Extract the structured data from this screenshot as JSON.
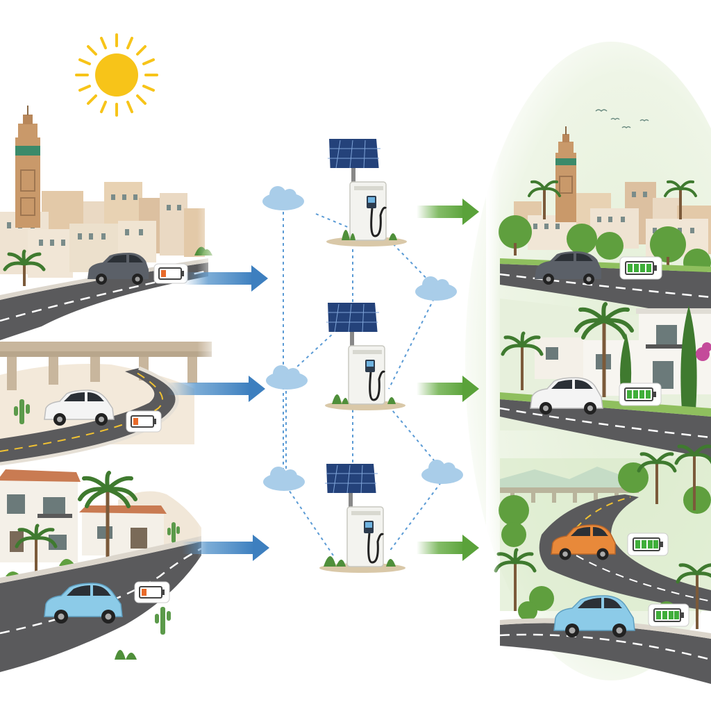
{
  "colors": {
    "sun": "#f7c419",
    "sky_right": "#e6f1dc",
    "road": "#5a5a5c",
    "road_line": "#ffffff",
    "arrow_blue": "#5a97cc",
    "arrow_green": "#6db04c",
    "cloud": "#a9cde9",
    "dashed_link": "#5b9bd5",
    "panel": "#24427a",
    "charger": "#f3f3ef",
    "battery_low": "#e86a2a",
    "battery_full": "#3fae3a",
    "building": "#ead9c3",
    "tower": "#c9996a",
    "palm": "#3f7a2f",
    "tree": "#5f9f3e"
  },
  "scene": {
    "left_rows": [
      {
        "setting": "city-with-minaret",
        "car_color": "#5b6068",
        "battery": 0.2
      },
      {
        "setting": "desert-road-with-viaduct",
        "car_color": "#f4f4f4",
        "battery": 0.2
      },
      {
        "setting": "suburb-with-palms",
        "car_color": "#8ccbe8",
        "battery": 0.2
      }
    ],
    "chargers": [
      {
        "type": "solar-ev-charger"
      },
      {
        "type": "solar-ev-charger"
      },
      {
        "type": "solar-ev-charger"
      }
    ],
    "right_rows": [
      {
        "setting": "green-city-with-minaret",
        "car_color": "#5b6068",
        "battery": 1.0
      },
      {
        "setting": "green-villas-with-palms",
        "car_color": "#f4f4f4",
        "battery": 1.0
      },
      {
        "setting": "green-road-with-viaduct",
        "car_color": "#e8893a",
        "battery": 1.0
      },
      {
        "setting": "green-road-with-palms",
        "car_color": "#8ccbe8",
        "battery": 1.0
      }
    ]
  }
}
